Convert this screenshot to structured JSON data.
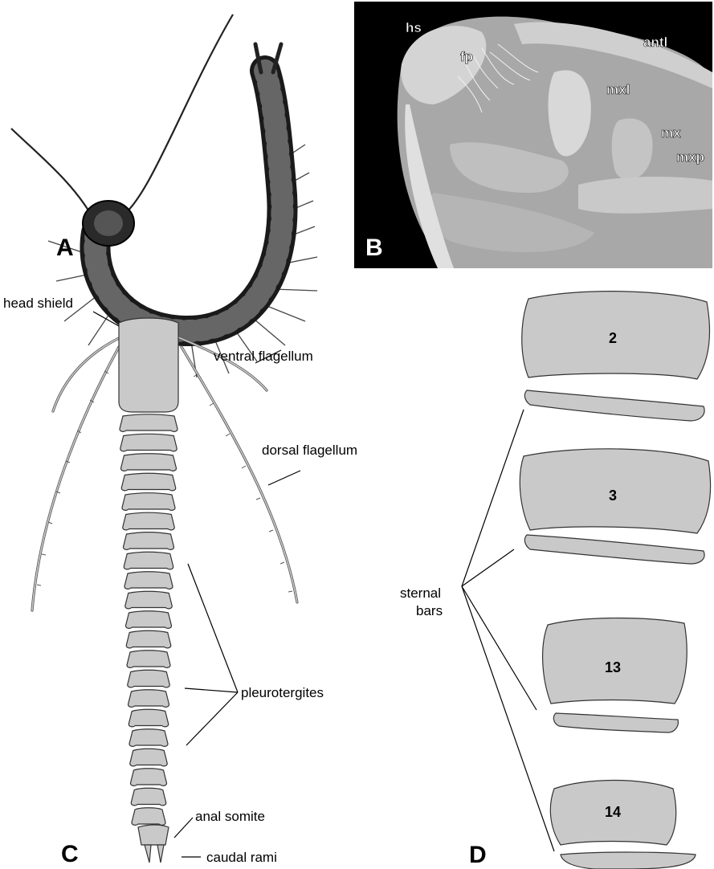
{
  "panels": {
    "a": "A",
    "b": "B",
    "c": "C",
    "d": "D"
  },
  "panel_b_labels": {
    "hs": "hs",
    "fp": "fp",
    "antl": "antl",
    "mxl": "mxl",
    "mx": "mx",
    "mxp": "mxp"
  },
  "panel_c_labels": {
    "head_shield": "head shield",
    "ventral_flagellum": "ventral flagellum",
    "dorsal_flagellum": "dorsal flagellum",
    "pleurotergites": "pleurotergites",
    "anal_somite": "anal somite",
    "caudal_rami": "caudal rami"
  },
  "panel_d_labels": {
    "sternal": "sternal",
    "bars": "bars",
    "sternite_numbers": [
      "2",
      "3",
      "13",
      "14"
    ]
  },
  "colors": {
    "segment_fill": "#c9c9c9",
    "outline": "#333333",
    "photo_bg": "#000000",
    "photo_tissue": "#bdbdbd"
  }
}
